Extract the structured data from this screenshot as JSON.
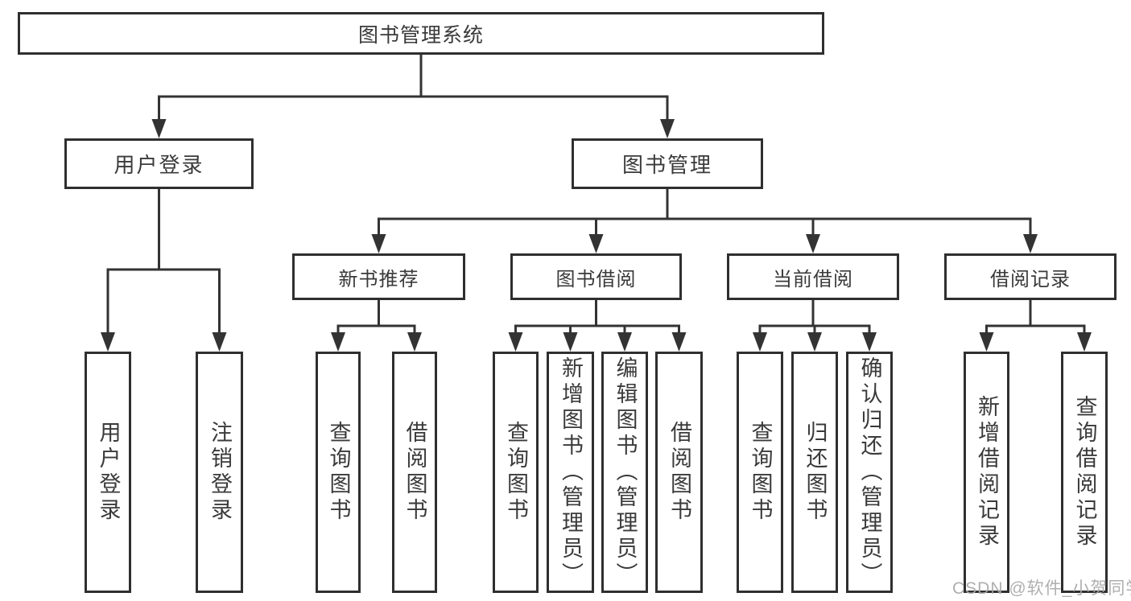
{
  "watermark": "CSDN @软件_小贺同学",
  "tree": {
    "root": "图书管理系统",
    "children": [
      {
        "label": "用户登录",
        "children": [
          {
            "label": "用户登录"
          },
          {
            "label": "注销登录"
          }
        ]
      },
      {
        "label": "图书管理",
        "children": [
          {
            "label": "新书推荐",
            "children": [
              {
                "label": "查询图书"
              },
              {
                "label": "借阅图书"
              }
            ]
          },
          {
            "label": "图书借阅",
            "children": [
              {
                "label": "查询图书"
              },
              {
                "label": "新增图书（管理员）"
              },
              {
                "label": "编辑图书（管理员）"
              },
              {
                "label": "借阅图书"
              }
            ]
          },
          {
            "label": "当前借阅",
            "children": [
              {
                "label": "查询图书"
              },
              {
                "label": "归还图书"
              },
              {
                "label": "确认归还（管理员）"
              }
            ]
          },
          {
            "label": "借阅记录",
            "children": [
              {
                "label": "新增借阅记录"
              },
              {
                "label": "查询借阅记录"
              }
            ]
          }
        ]
      }
    ]
  }
}
